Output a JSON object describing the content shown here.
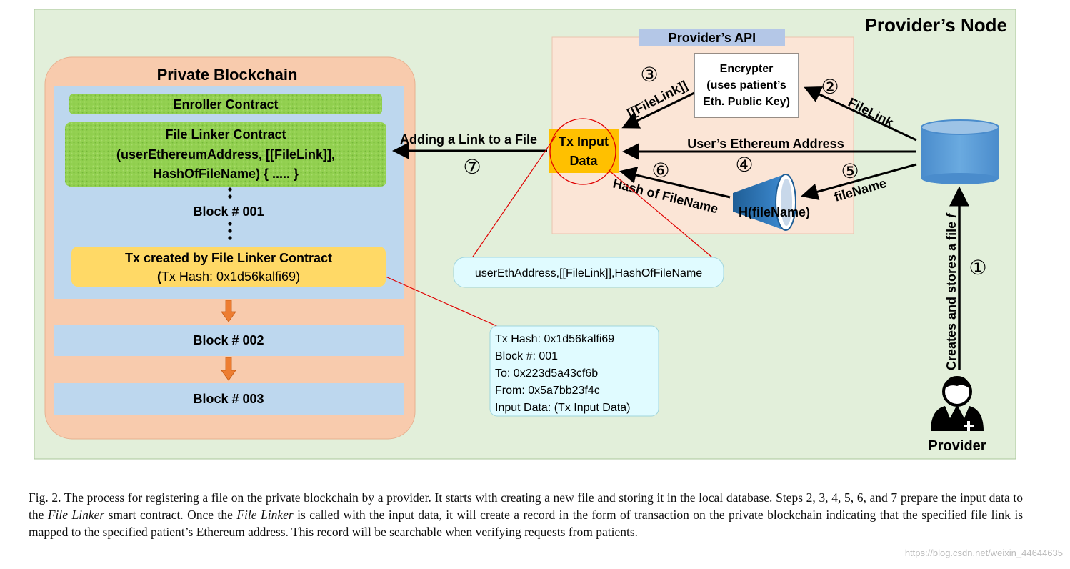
{
  "colors": {
    "provider_node_bg": "#e2efda",
    "blockchain_bg": "#f8cbad",
    "block_bg": "#bdd7ee",
    "contract_green": "#92d050",
    "api_bg": "#fbe5d6",
    "api_label_bg": "#b4c7e7",
    "tx_box": "#ffc000",
    "tx_created_box": "#ffd966",
    "callout_bg": "#e0fbff",
    "database": "#5b9bd5",
    "hash_icon": "#2e75b6",
    "link_line": "#e00000",
    "down_arrow": "#ed7d31"
  },
  "provider_node": {
    "title": "Provider’s Node"
  },
  "blockchain": {
    "title": "Private Blockchain",
    "enroller": "Enroller Contract",
    "file_linker": {
      "line1": "File Linker Contract",
      "line2": "(userEthereumAddress, [[FileLink]],",
      "line3": "HashOfFileName) { ..... }"
    },
    "block1": "Block # 001",
    "tx_created": {
      "line1": "Tx created by File Linker Contract",
      "line2_open": "(",
      "line2_rest": "Tx Hash: 0x1d56kalfi69)"
    },
    "block2": "Block # 002",
    "block3": "Block # 003"
  },
  "api": {
    "title": "Provider’s API",
    "encrypter": {
      "line1": "Encrypter",
      "line2": "(uses patient’s",
      "line3": "Eth. Public Key)"
    },
    "tx_input": {
      "line1": "Tx Input",
      "line2": "Data"
    },
    "hash_label": "H(fileName)"
  },
  "labels": {
    "adding_link": "Adding a Link to a File",
    "filelink_brackets": "[[FileLink]]",
    "filelink": "FileLink",
    "user_eth_address": "User’s Ethereum Address",
    "hash_of_filename": "Hash of FileName",
    "filename": "fileName",
    "creates_stores": "Creates and stores a file",
    "creates_stores_var": "f",
    "provider": "Provider"
  },
  "steps": {
    "s1": "①",
    "s2": "②",
    "s3": "③",
    "s4": "④",
    "s5": "⑤",
    "s6": "⑥",
    "s7": "⑦"
  },
  "callout_input": "userEthAddress,[[FileLink]],HashOfFileName",
  "callout_tx": {
    "line1": "Tx Hash: 0x1d56kalfi69",
    "line2": "Block #: 001",
    "line3": "To: 0x223d5a43cf6b",
    "line4": "From: 0x5a7bb23f4c",
    "line5": "Input Data: (Tx Input Data)"
  },
  "caption": {
    "part1": "Fig. 2.    The process for registering a file on the private blockchain by a provider. It starts with creating a new file and storing it in the local database. Steps 2, 3, 4, 5, 6, and 7 prepare the input data to the ",
    "em1": "File Linker",
    "part2": " smart contract. Once the ",
    "em2": "File Linker",
    "part3": " is called with the input data, it will create a record in the form of transaction on the private blockchain indicating that the specified file link is mapped to the specified patient’s Ethereum address. This record will be searchable when verifying requests from patients."
  },
  "watermark": "https://blog.csdn.net/weixin_44644635"
}
